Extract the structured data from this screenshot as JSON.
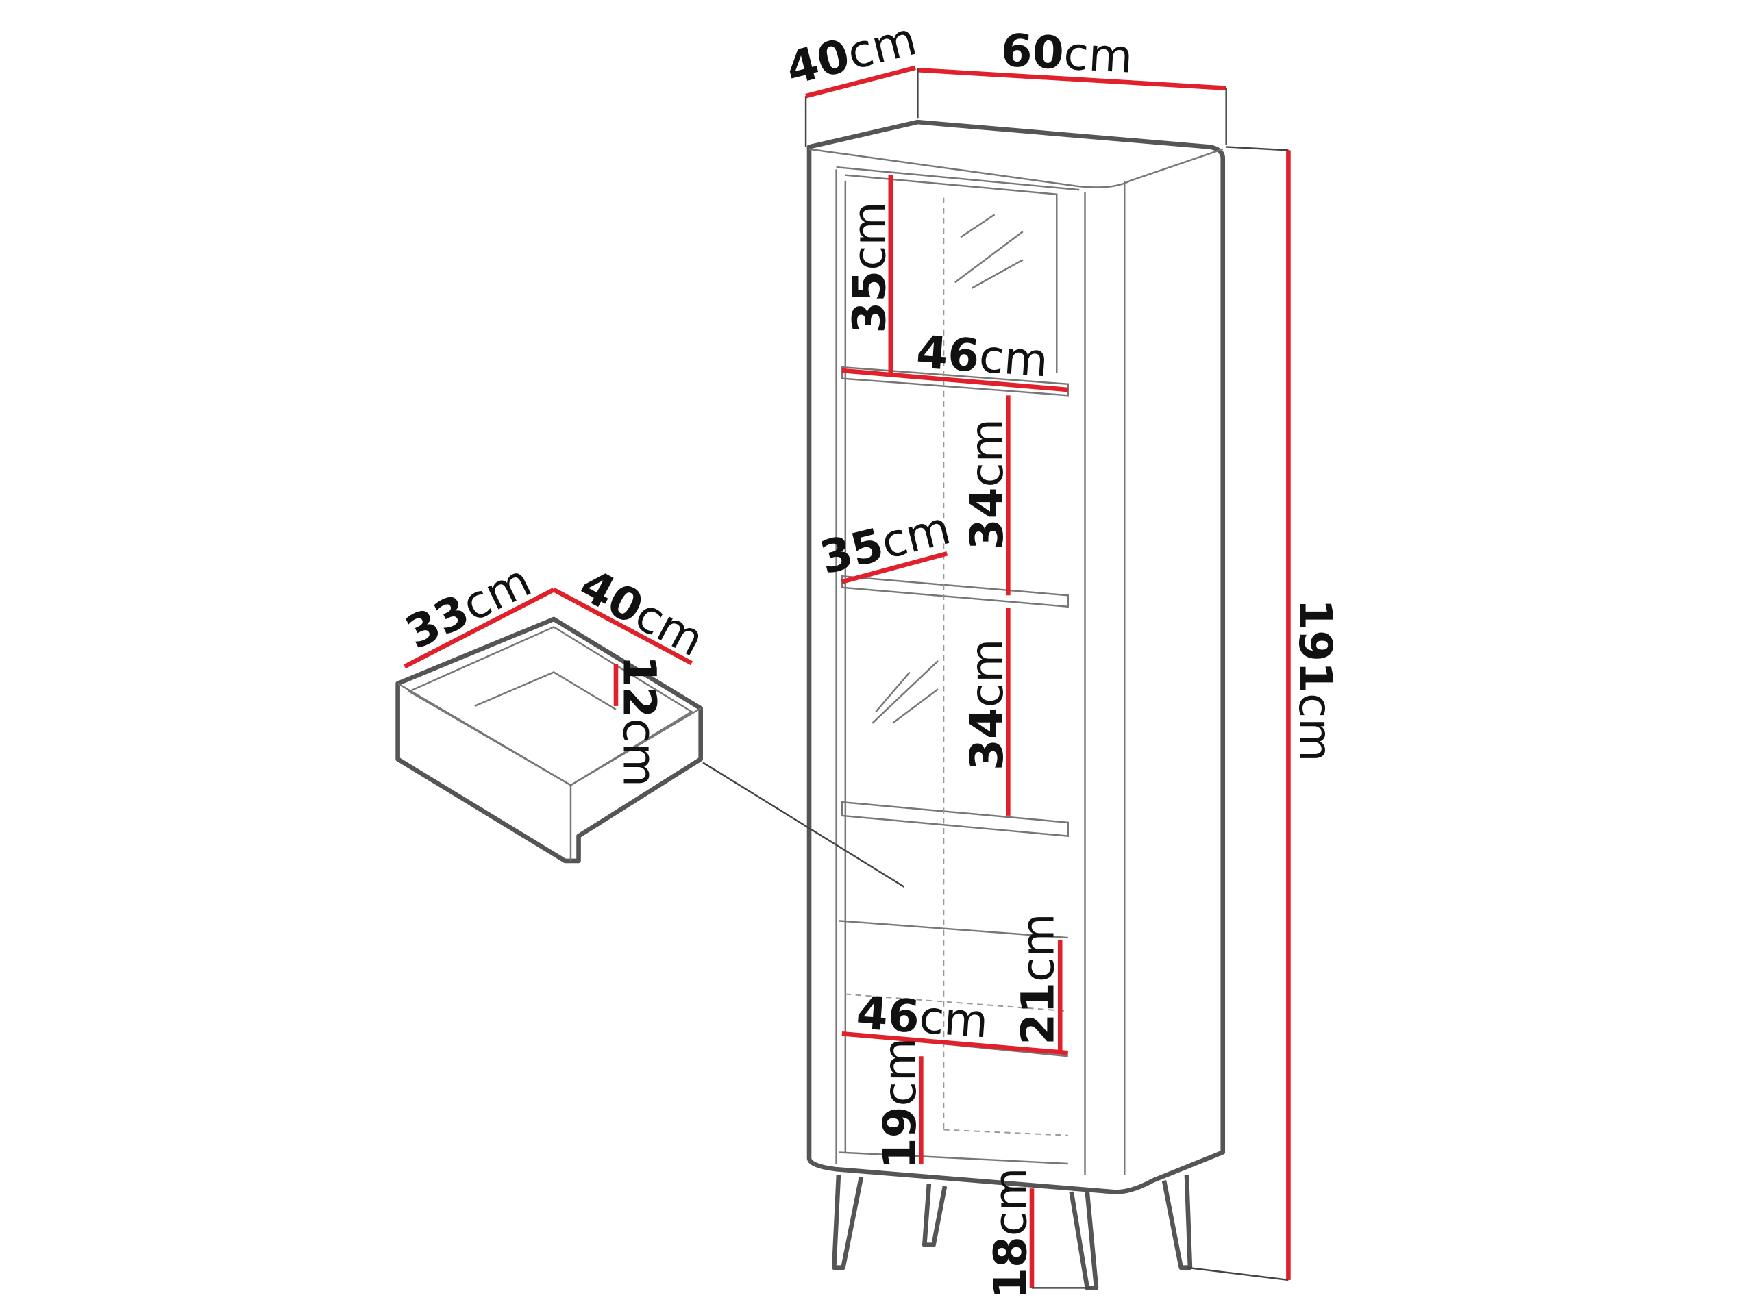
{
  "dimensions": {
    "depth": {
      "value": "40",
      "unit": "cm"
    },
    "width": {
      "value": "60",
      "unit": "cm"
    },
    "height": {
      "value": "191",
      "unit": "cm"
    },
    "top_compartment_height": {
      "value": "35",
      "unit": "cm"
    },
    "shelf_width_upper": {
      "value": "46",
      "unit": "cm"
    },
    "middle_compartment_height": {
      "value": "34",
      "unit": "cm"
    },
    "shelf_depth": {
      "value": "35",
      "unit": "cm"
    },
    "lower_glass_compartment_height": {
      "value": "34",
      "unit": "cm"
    },
    "open_compartment_height": {
      "value": "21",
      "unit": "cm"
    },
    "shelf_width_lower": {
      "value": "46",
      "unit": "cm"
    },
    "bottom_compartment_height": {
      "value": "19",
      "unit": "cm"
    },
    "leg_height": {
      "value": "18",
      "unit": "cm"
    }
  },
  "drawer": {
    "depth": {
      "value": "33",
      "unit": "cm"
    },
    "width": {
      "value": "40",
      "unit": "cm"
    },
    "height": {
      "value": "12",
      "unit": "cm"
    }
  },
  "colors": {
    "dimension_line": "#e0202a",
    "outline": "#555555"
  }
}
